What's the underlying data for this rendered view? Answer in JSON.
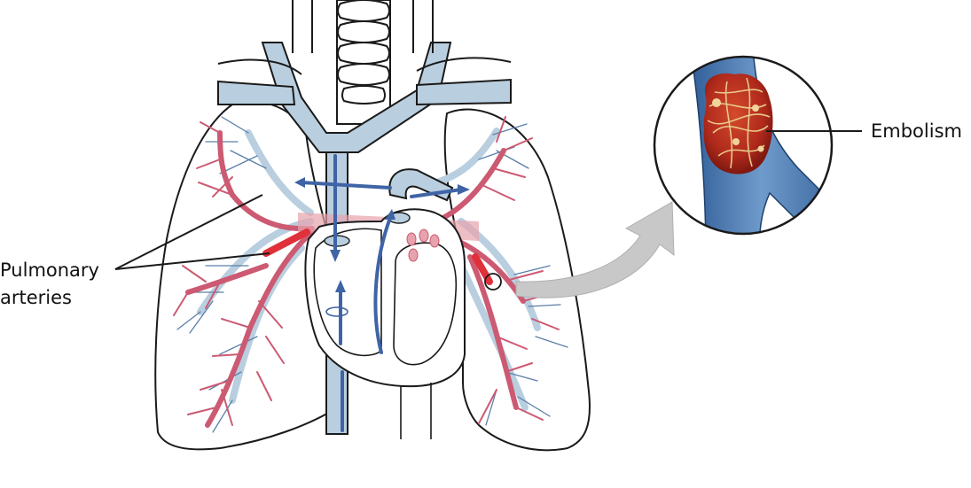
{
  "labels": {
    "pulmonary_line1": "Pulmonary",
    "pulmonary_line2": "arteries",
    "embolism": "Embolism"
  },
  "colors": {
    "outline": "#1a1a1a",
    "vein_fill": "#b9cfe0",
    "vein_dark": "#4a74a8",
    "artery": "#cc5a72",
    "artery_light": "#e7a3ad",
    "artery_bright": "#e0303a",
    "flow_arrow": "#3f64a6",
    "pointer_arrow": "#c8c8c8",
    "clot": "#b02a1c",
    "clot_fibrin": "#e8c98a"
  },
  "icons": {
    "pointer": "curved-arrow-icon",
    "magnifier": "zoom-circle"
  }
}
